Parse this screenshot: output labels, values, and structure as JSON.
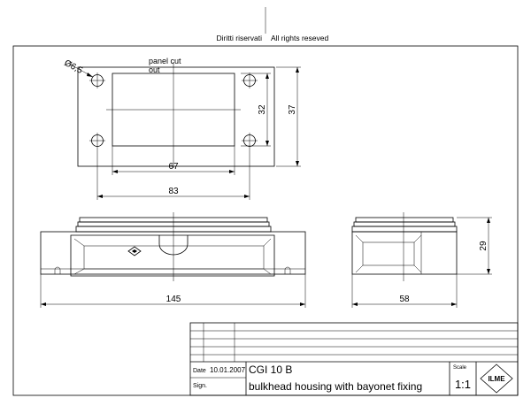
{
  "header": {
    "rights_it": "Diritti riservati",
    "rights_en": "All rights reseved"
  },
  "top_view": {
    "diameter_label": "Ø6,5",
    "panel_cutout_line1": "panel cut",
    "panel_cutout_line2": "out",
    "dim_32": "32",
    "dim_37": "37",
    "dim_67": "67",
    "dim_83": "83"
  },
  "front_view": {
    "dim_145": "145"
  },
  "side_view": {
    "dim_29": "29",
    "dim_58": "58"
  },
  "title_block": {
    "date_label": "Date",
    "date_value": "10.01.2007",
    "sign_label": "Sign.",
    "part_code": "CGI 10 B",
    "description": "bulkhead housing with bayonet fixing",
    "scale_label": "Scale",
    "scale_value": "1:1",
    "logo_text": "ILME"
  }
}
